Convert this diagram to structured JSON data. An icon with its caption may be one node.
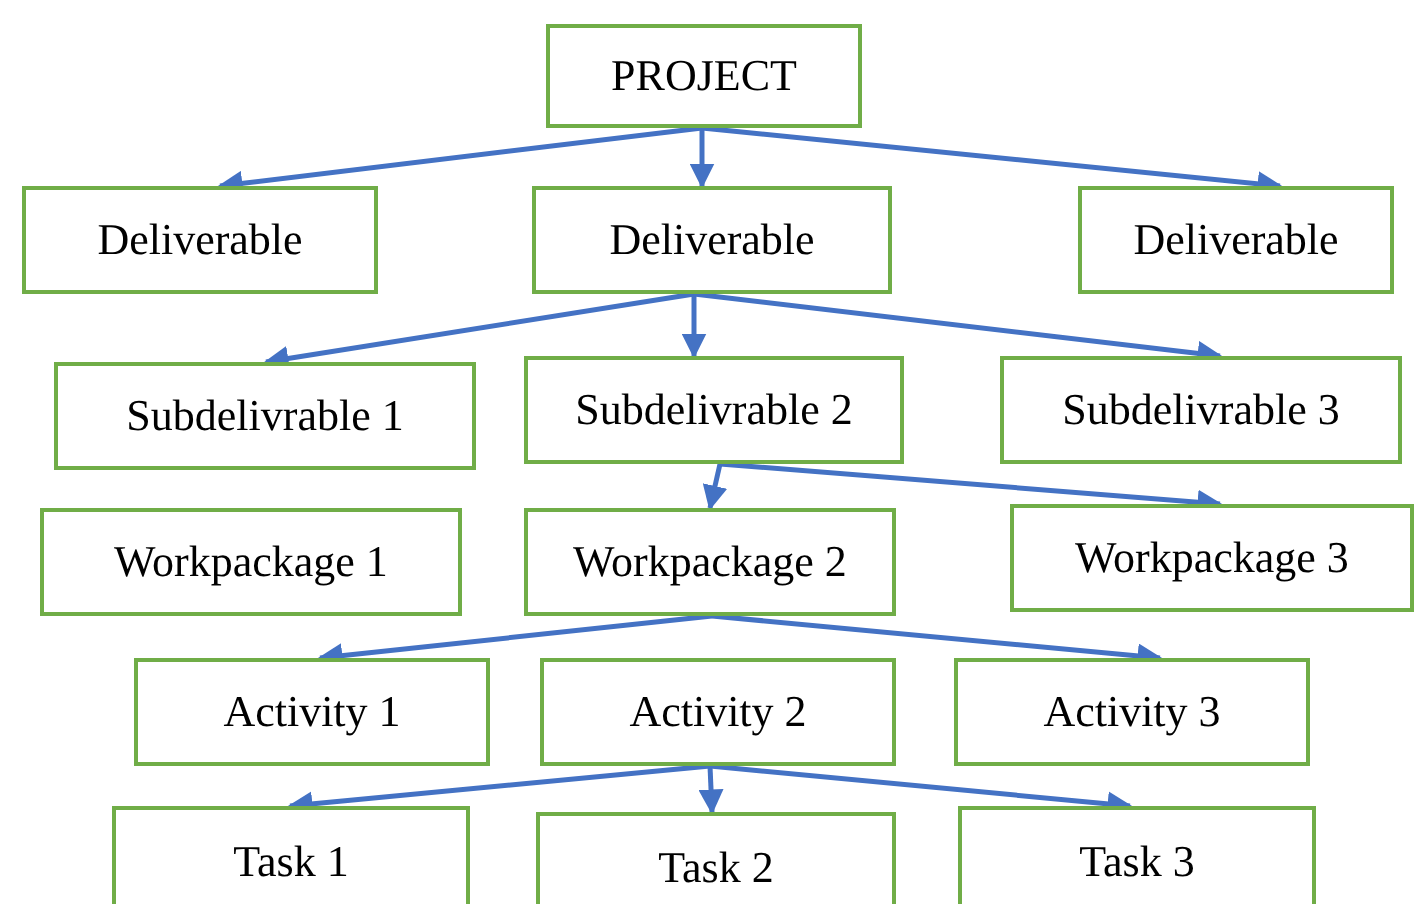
{
  "diagram": {
    "nodes": [
      {
        "text": [
          "PROJECT"
        ]
      },
      {
        "text": [
          "Deliverable"
        ]
      },
      {
        "text": [
          "Deliverable"
        ]
      },
      {
        "text": [
          "Deliverable"
        ]
      },
      {
        "text": [
          "Subdelivrable 1"
        ]
      },
      {
        "text": [
          "Subdelivrable 2"
        ]
      },
      {
        "text": [
          "Subdelivrable 3"
        ]
      },
      {
        "text": [
          "Workpackage 1"
        ]
      },
      {
        "text": [
          "Workpackage 2"
        ]
      },
      {
        "text": [
          "Workpackage 3"
        ]
      },
      {
        "text": [
          "Activity 1"
        ]
      },
      {
        "text": [
          "Activity 2"
        ]
      },
      {
        "text": [
          "Activity 3"
        ]
      },
      {
        "text": [
          "Task 1"
        ]
      },
      {
        "text": [
          "Task 2"
        ]
      },
      {
        "text": [
          "Task 3"
        ]
      }
    ],
    "edges": [
      {
        "from": 0,
        "to": 1,
        "arrow": "to"
      },
      {
        "from": 0,
        "to": 2,
        "arrow": "to"
      },
      {
        "from": 0,
        "to": 3,
        "arrow": "to"
      },
      {
        "from": 2,
        "to": 4,
        "arrow": "to"
      },
      {
        "from": 2,
        "to": 5,
        "arrow": "to"
      },
      {
        "from": 2,
        "to": 6,
        "arrow": "to"
      },
      {
        "from": 5,
        "to": 8,
        "arrow": "to"
      },
      {
        "from": 5,
        "to": 9,
        "arrow": "to"
      },
      {
        "from": 8,
        "to": 10,
        "arrow": "to"
      },
      {
        "from": 8,
        "to": 12,
        "arrow": "to"
      },
      {
        "from": 11,
        "to": 13,
        "arrow": "to"
      },
      {
        "from": 11,
        "to": 14,
        "arrow": "to"
      },
      {
        "from": 11,
        "to": 15,
        "arrow": "to"
      }
    ]
  }
}
